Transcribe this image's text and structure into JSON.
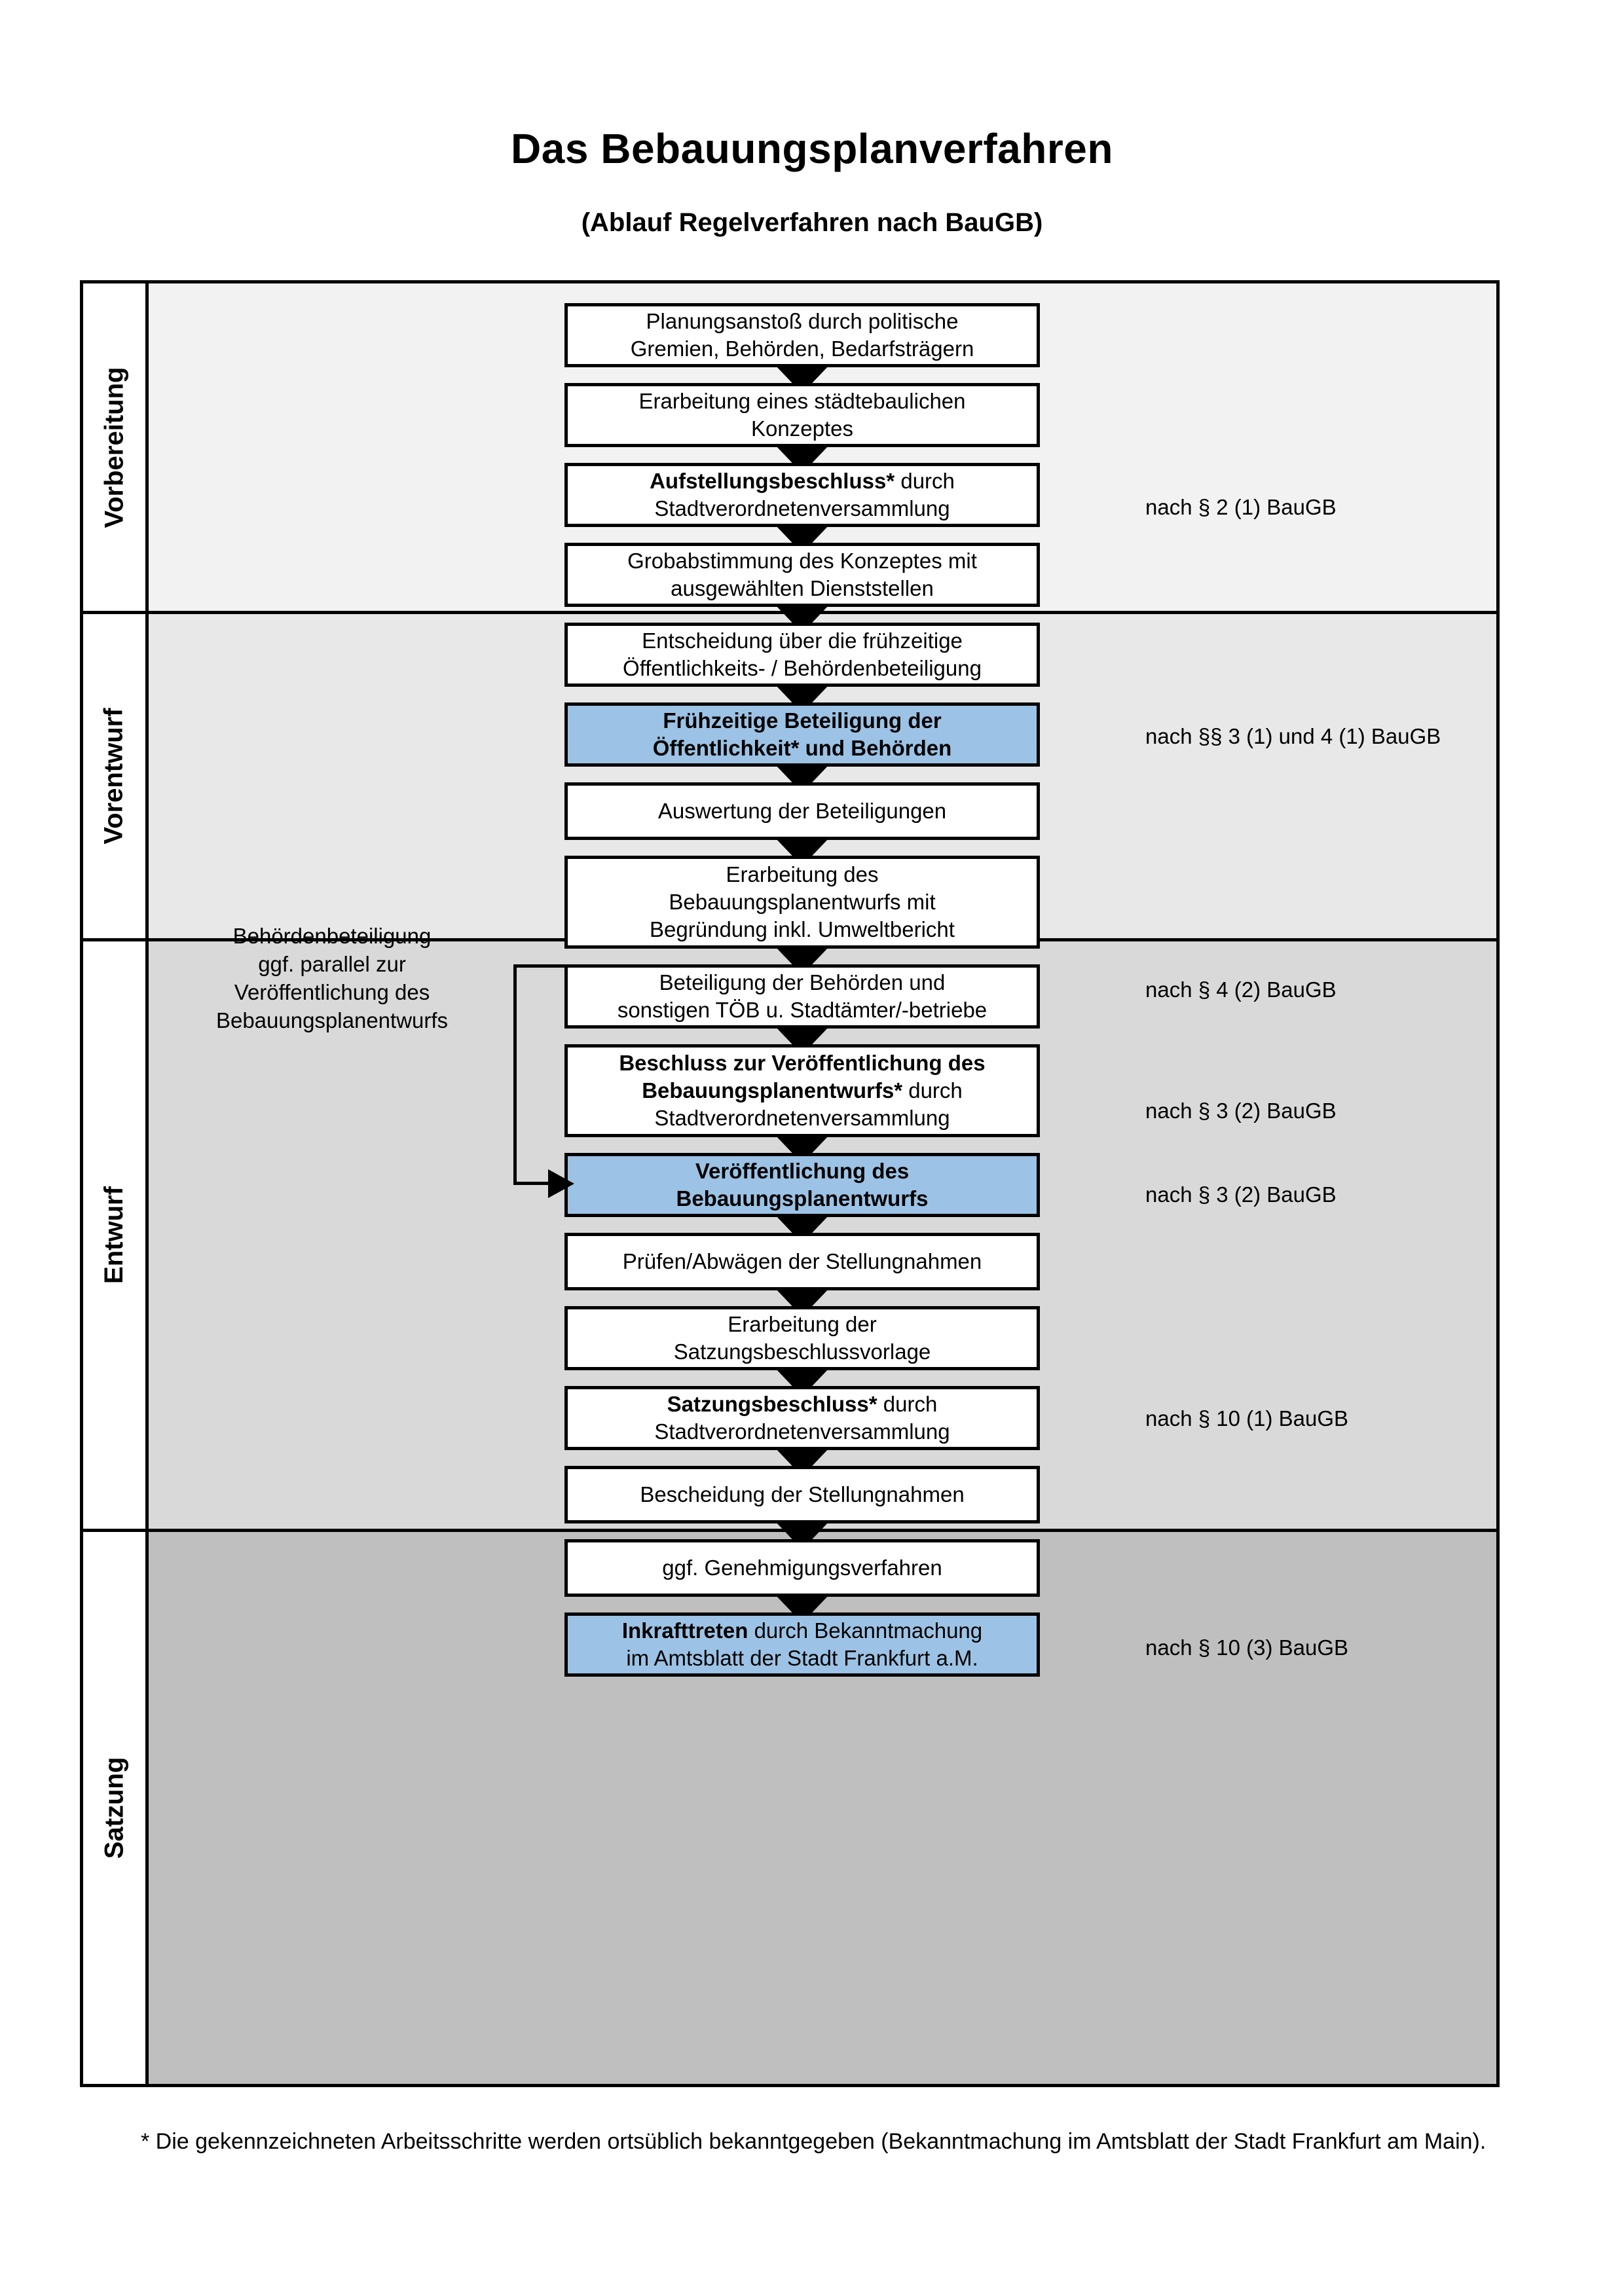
{
  "title": "Das Bebauungsplanverfahren",
  "subtitle": "(Ablauf Regelverfahren nach BauGB)",
  "phases": [
    {
      "label": "Vorbereitung"
    },
    {
      "label": "Vorentwurf"
    },
    {
      "label": "Entwurf"
    },
    {
      "label": "Satzung"
    }
  ],
  "steps": [
    {
      "line1": "Planungsanstoß durch politische",
      "line2": "Gremien, Behörden, Bedarfsträgern",
      "line3": "",
      "bold1": "",
      "bold2": "",
      "highlight": "white"
    },
    {
      "line1": "Erarbeitung eines städtebaulichen",
      "line2": "Konzeptes",
      "line3": "",
      "bold1": "",
      "bold2": "",
      "highlight": "white"
    },
    {
      "line1": "",
      "line2": "Stadtverordnetenversammlung",
      "line3": "",
      "bold1": "Aufstellungsbeschluss*",
      "tail1": " durch",
      "highlight": "white"
    },
    {
      "line1": "Grobabstimmung des Konzeptes mit",
      "line2": "ausgewählten Dienststellen",
      "line3": "",
      "highlight": "white"
    },
    {
      "line1": "Entscheidung über die frühzeitige",
      "line2": "Öffentlichkeits- / Behördenbeteiligung",
      "line3": "",
      "highlight": "white"
    },
    {
      "line1": "Frühzeitige Beteiligung der",
      "line2": "Öffentlichkeit* und Behörden",
      "line3": "",
      "highlight": "blue",
      "allbold": true
    },
    {
      "line1": "Auswertung der Beteiligungen",
      "line2": "",
      "line3": "",
      "highlight": "white"
    },
    {
      "line1": "Erarbeitung des",
      "line2": "Bebauungsplanentwurfs mit",
      "line3": "Begründung inkl. Umweltbericht",
      "highlight": "white"
    },
    {
      "line1": "Beteiligung der Behörden und",
      "line2": "sonstigen TÖB u. Stadtämter/-betriebe",
      "line3": "",
      "highlight": "white"
    },
    {
      "line1": "Beschluss zur Veröffentlichung des",
      "line2": "Bebauungsplanentwurfs*",
      "tail2": " durch",
      "line3": "Stadtverordnetenversammlung",
      "highlight": "white",
      "bold_first_two": true
    },
    {
      "line1": "Veröffentlichung des",
      "line2": "Bebauungsplanentwurfs",
      "line3": "",
      "highlight": "blue",
      "allbold": true
    },
    {
      "line1": "Prüfen/Abwägen der Stellungnahmen",
      "line2": "",
      "line3": "",
      "highlight": "white"
    },
    {
      "line1": "Erarbeitung der",
      "line2": "Satzungsbeschlussvorlage",
      "line3": "",
      "highlight": "white"
    },
    {
      "line1": "",
      "line2": "Stadtverordnetenversammlung",
      "line3": "",
      "bold1": "Satzungsbeschluss*",
      "tail1": " durch",
      "highlight": "white"
    },
    {
      "line1": "Bescheidung der Stellungnahmen",
      "line2": "",
      "line3": "",
      "highlight": "white"
    },
    {
      "line1": "ggf. Genehmigungsverfahren",
      "line2": "",
      "line3": "",
      "highlight": "white"
    },
    {
      "line1": "",
      "line2": "im Amtsblatt der Stadt Frankfurt a.M.",
      "line3": "",
      "bold1": "Inkrafttreten",
      "tail1": " durch Bekanntmachung",
      "highlight": "blue"
    }
  ],
  "step_texts": {
    "s1_l1": "Planungsanstoß durch politische",
    "s1_l2": "Gremien, Behörden, Bedarfsträgern",
    "s2_l1": "Erarbeitung eines städtebaulichen",
    "s2_l2": "Konzeptes",
    "s3_bold": "Aufstellungsbeschluss*",
    "s3_tail": " durch",
    "s3_l2": "Stadtverordnetenversammlung",
    "s4_l1": "Grobabstimmung des Konzeptes mit",
    "s4_l2": "ausgewählten Dienststellen",
    "s5_l1": "Entscheidung über die frühzeitige",
    "s5_l2": "Öffentlichkeits- / Behördenbeteiligung",
    "s6_l1": "Frühzeitige Beteiligung der",
    "s6_l2": "Öffentlichkeit* und Behörden",
    "s7_l1": "Auswertung der Beteiligungen",
    "s8_l1": "Erarbeitung des",
    "s8_l2": "Bebauungsplanentwurfs mit",
    "s8_l3": "Begründung inkl. Umweltbericht",
    "s9_l1": "Beteiligung der Behörden und",
    "s9_l2": "sonstigen TÖB u. Stadtämter/-betriebe",
    "s10_l1": "Beschluss zur Veröffentlichung des",
    "s10_bold2": "Bebauungsplanentwurfs*",
    "s10_tail2": " durch",
    "s10_l3": "Stadtverordnetenversammlung",
    "s11_l1": "Veröffentlichung des",
    "s11_l2": "Bebauungsplanentwurfs",
    "s12_l1": "Prüfen/Abwägen der Stellungnahmen",
    "s13_l1": "Erarbeitung der",
    "s13_l2": "Satzungsbeschlussvorlage",
    "s14_bold": "Satzungsbeschluss*",
    "s14_tail": " durch",
    "s14_l2": "Stadtverordnetenversammlung",
    "s15_l1": "Bescheidung der Stellungnahmen",
    "s16_l1": "ggf. Genehmigungsverfahren",
    "s17_bold": "Inkrafttreten",
    "s17_tail": " durch Bekanntmachung",
    "s17_l2": "im Amtsblatt der Stadt Frankfurt a.M."
  },
  "law_refs": {
    "r1": "nach § 2 (1) BauGB",
    "r2": "nach §§ 3 (1) und 4 (1) BauGB",
    "r3": "nach § 4 (2) BauGB",
    "r4": "nach § 3 (2) BauGB",
    "r5": "nach § 3 (2) BauGB",
    "r6": "nach § 10 (1) BauGB",
    "r7": "nach § 10 (3) BauGB"
  },
  "sidenote": {
    "l1": "Behördenbeteiligung",
    "l2": "ggf. parallel zur",
    "l3": "Veröffentlichung des",
    "l4": "Bebauungsplanentwurfs"
  },
  "footnote": "* Die gekennzeichneten Arbeitsschritte werden ortsüblich bekanntgegeben (Bekanntmachung im Amtsblatt  der Stadt Frankfurt am Main).",
  "colors": {
    "highlight_blue": "#9cc3e5",
    "phase1_bg": "#f2f2f2",
    "phase2_bg": "#e8e8e8",
    "phase3_bg": "#d9d9d9",
    "phase4_bg": "#bfbfbf",
    "box_border": "#000000"
  }
}
